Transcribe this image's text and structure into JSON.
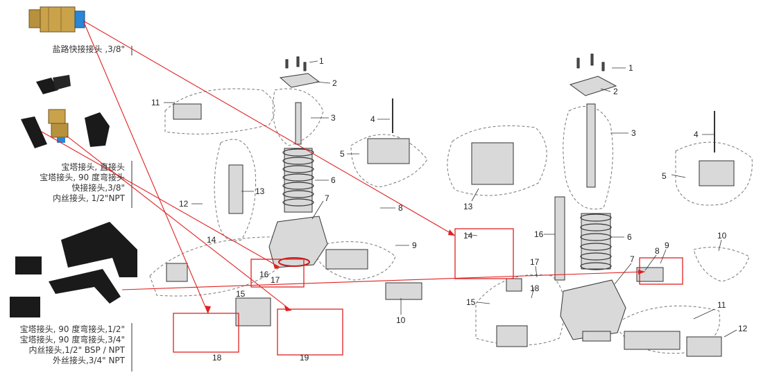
{
  "colors": {
    "highlight": "#e02020",
    "brass": "#c9a24a",
    "fitting_black": "#1a1a1a",
    "fitting_blue": "#2a86d6"
  },
  "captions": {
    "brine_fitting": [
      "盐路快接接头 ,3/8\""
    ],
    "fittings_set_a": [
      "宝塔接头, 直接头",
      "宝塔接头, 90 度弯接头",
      "快接接头,3/8\"",
      "内丝接头, 1/2\"NPT"
    ],
    "fittings_set_b": [
      "宝塔接头, 90 度弯接头,1/2\"",
      "宝塔接头, 90 度弯接头,3/4\"",
      "内丝接头,1/2\" BSP / NPT",
      "外丝接头,3/4\" NPT"
    ]
  },
  "left_diagram_callouts": [
    "1",
    "2",
    "3",
    "4",
    "5",
    "6",
    "7",
    "8",
    "9",
    "10",
    "11",
    "12",
    "13",
    "14",
    "15",
    "16",
    "17",
    "18",
    "19"
  ],
  "right_diagram_callouts": [
    "1",
    "2",
    "3",
    "4",
    "5",
    "6",
    "7",
    "8",
    "9",
    "10",
    "11",
    "12",
    "13",
    "14",
    "15",
    "16",
    "17",
    "18"
  ],
  "icons": [
    "brass-quick-connect-icon",
    "barb-fitting-icon",
    "elbow-fitting-icon",
    "threaded-fitting-icon",
    "valve-exploded-view-icon"
  ]
}
